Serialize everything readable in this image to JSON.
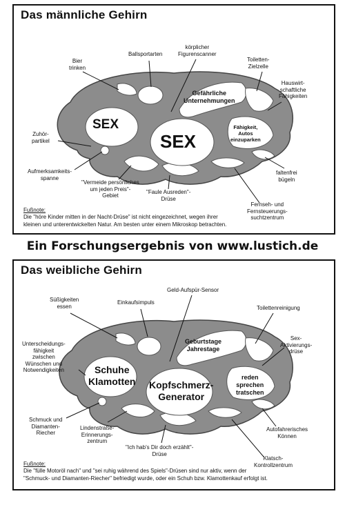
{
  "headline": "Ein Forschungsergebnis von www.lustich.de",
  "top": {
    "title": "Das männliche Gehirn",
    "sex_left": "SEX",
    "sex_right": "SEX",
    "inner_gefahr": [
      "Gefährliche",
      "Unternehmungen"
    ],
    "inner_faehig": [
      "Fähigkeit,",
      "Autos",
      "einzuparken"
    ],
    "labels": {
      "bier": [
        "Bier",
        "trinken"
      ],
      "ballsport": [
        "Ballsportarten"
      ],
      "figuren": [
        "körplicher",
        "Figurenscanner"
      ],
      "toilette": [
        "Toiletten-",
        "Zielzelle"
      ],
      "haus": [
        "Hauswirt-",
        "schaftliche",
        "Fähigkeiten"
      ],
      "zuhoer": [
        "Zuhör-",
        "partikel"
      ],
      "aufmerk": [
        "Aufmerksamkeits-",
        "spanne"
      ],
      "vermeide": [
        "\"Vermeide persönliches",
        "um jeden Preis\"-",
        "Gebiet"
      ],
      "faule": [
        "\"Faule Ausreden\"-",
        "Drüse"
      ],
      "falten": [
        "faltenfrei",
        "bügeln"
      ],
      "fernseh": [
        "Fernseh- und",
        "Fernsteuerungs-",
        "suchtzentrum"
      ]
    },
    "footnote_head": "Fußnote:",
    "footnote": [
      "Die \"höre Kinder mitten in der Nacht-Drüse\" ist nicht eingezeichnet, wegen  ihrer",
      "kleinen und unterentwickelten Natur. Am besten unter einem Mikroskop betrachten."
    ]
  },
  "bottom": {
    "title": "Das weibliche Gehirn",
    "schuhe": [
      "Schuhe",
      "Klamotten"
    ],
    "kopf": [
      "Kopfschmerz-",
      "Generator"
    ],
    "inner_geburt": [
      "Geburtstage",
      "Jahrestage"
    ],
    "inner_reden": [
      "reden",
      "sprechen",
      "tratschen"
    ],
    "labels": {
      "suess": [
        "Süßigkeiten",
        "essen"
      ],
      "einkauf": [
        "Einkaufsimpuls"
      ],
      "geld": [
        "Geld-Aufspür-Sensor"
      ],
      "toilette": [
        "Toilettenreinigung"
      ],
      "sex": [
        "Sex-",
        "Aktivierungs-",
        "drüse"
      ],
      "unterscheid": [
        "Unterscheidungs-",
        "fähigkeit",
        "zwischen",
        "Wünschen und",
        "Notwendigkeiten"
      ],
      "schmuck": [
        "Schmuck und",
        "Diamanten-",
        "Riecher"
      ],
      "linden": [
        "Lindenstraße-",
        "Erinnerungs-",
        "zentrum"
      ],
      "habs": [
        "\"Ich hab's Dir doch erzählt\"-",
        "Drüse"
      ],
      "auto": [
        "Autofahrerisches",
        "Können"
      ],
      "klatsch": [
        "Klatsch-",
        "Kontrollzentrum"
      ]
    },
    "footnote_head": "Fußnote:",
    "footnote": [
      "Die \"fülle Motoröl nach\" und \"sei ruhig während des Spiels\"-Drüsen sind nur aktiv, wenn der",
      "\"Schmuck- und Diamanten-Riecher\" befriedigt wurde, oder ein Schuh bzw. Klamottenkauf erfolgt ist."
    ]
  }
}
